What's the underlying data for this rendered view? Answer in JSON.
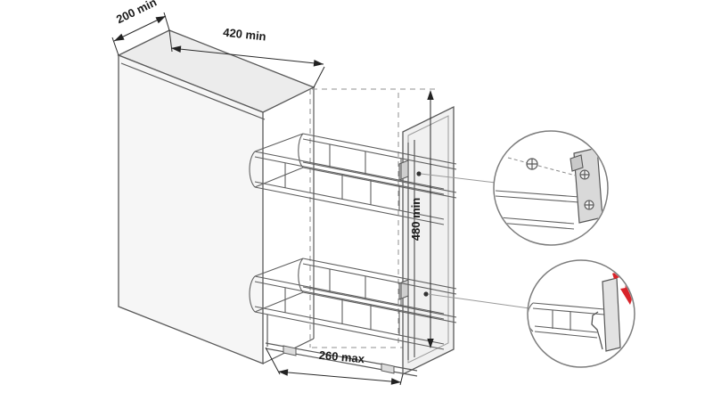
{
  "figure": {
    "kind": "technical-line-drawing",
    "subject": "Base cabinet pull-out two-tier wire basket unit with installation dimensions and two enlarged mounting details",
    "dimensions": {
      "cabinet_width": "200 min",
      "cabinet_depth": "420 min",
      "cabinet_height": "480 min",
      "front_clearance": "260 max"
    },
    "colors": {
      "line": "#5a5a5a",
      "dimension": "#232323",
      "accent": "#d8232a",
      "panel_fill": "#f4f4f4"
    }
  }
}
